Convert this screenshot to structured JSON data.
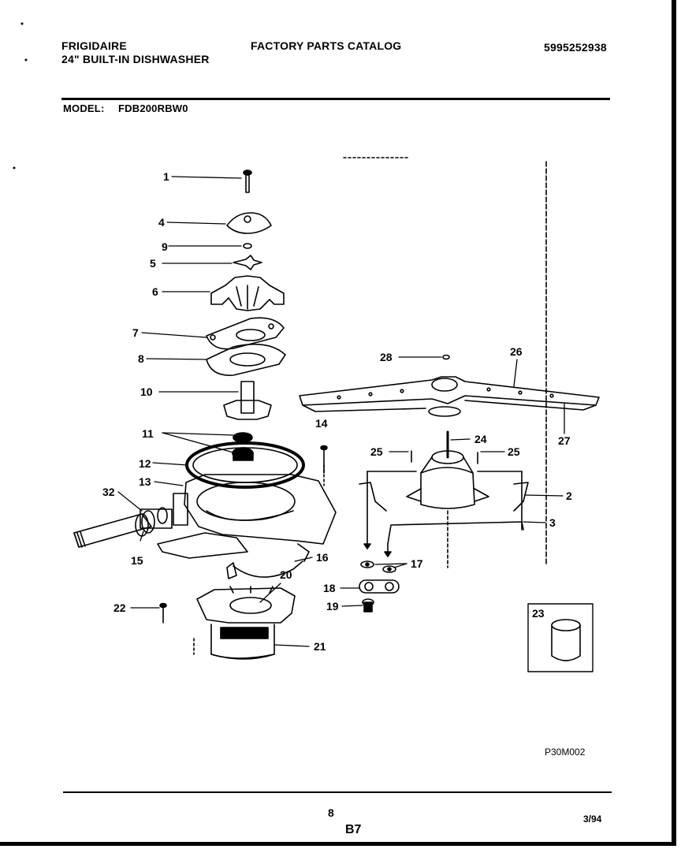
{
  "header": {
    "brand": "FRIGIDAIRE",
    "product": "24\" BUILT-IN DISHWASHER",
    "catalog_title": "FACTORY PARTS CATALOG",
    "catalog_number": "5995252938",
    "model_label": "MODEL:",
    "model_value": "FDB200RBW0"
  },
  "callouts": [
    "1",
    "4",
    "9",
    "5",
    "6",
    "7",
    "8",
    "10",
    "11",
    "12",
    "13",
    "32",
    "15",
    "14",
    "16",
    "20",
    "22",
    "21",
    "28",
    "26",
    "27",
    "24",
    "25",
    "25",
    "2",
    "3",
    "17",
    "18",
    "19",
    "23"
  ],
  "figure_code": "P30M002",
  "footer": {
    "page_number": "8",
    "section_code": "B7",
    "date": "3/94"
  },
  "colors": {
    "ink": "#000000",
    "paper": "#ffffff"
  }
}
